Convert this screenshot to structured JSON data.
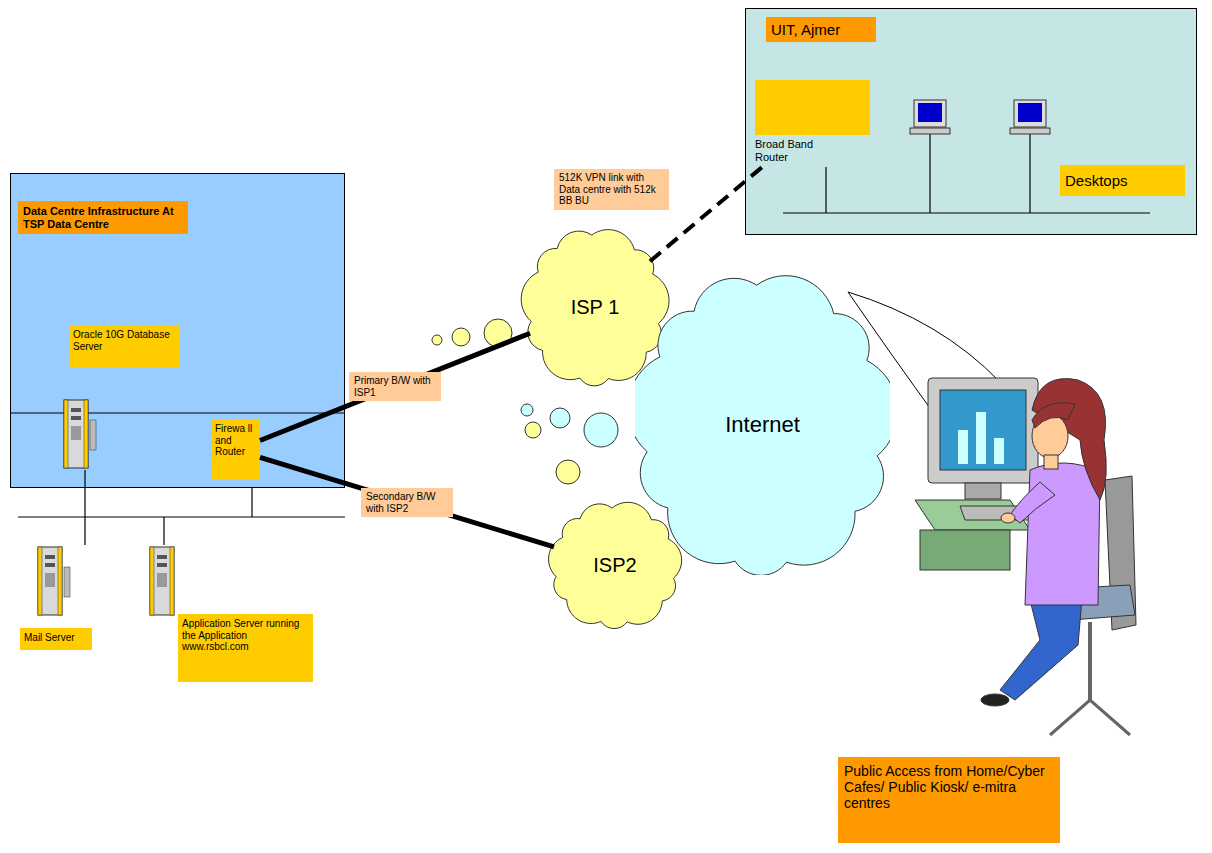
{
  "diagram": {
    "nodes": [
      {
        "text": [
          "Data Centre Infrastructure At TSP Data Centre"
        ]
      },
      {
        "text": [
          "Oracle 10G Database Server"
        ],
        "in": 0
      },
      {
        "text": [
          "Firewa ll and Router"
        ],
        "in": 0
      },
      {
        "text": [
          "Mail Server"
        ]
      },
      {
        "text": [
          "Application Server running the Application www.rsbcl.com"
        ]
      },
      {
        "text": [
          "ISP 1"
        ]
      },
      {
        "text": [
          "ISP2"
        ]
      },
      {
        "text": [
          "Internet"
        ]
      },
      {
        "text": [
          "UIT, Ajmer"
        ]
      },
      {
        "text": [
          "Broad Band Router"
        ],
        "in": 8
      },
      {
        "text": [
          "Desktops"
        ],
        "in": 8
      },
      {
        "text": [
          "Public Access from Home/Cyber Cafes/ Public Kiosk/ e-mitra centres"
        ]
      }
    ],
    "edges": [
      {
        "from": 2,
        "to": 5,
        "arrow": "none",
        "label": "Primary B/W with ISP1"
      },
      {
        "from": 2,
        "to": 6,
        "arrow": "none",
        "label": "Secondary B/W with ISP2"
      },
      {
        "from": 5,
        "to": 9,
        "arrow": "none",
        "label": "512K VPN link with Data centre with 512k BB BU"
      }
    ]
  }
}
